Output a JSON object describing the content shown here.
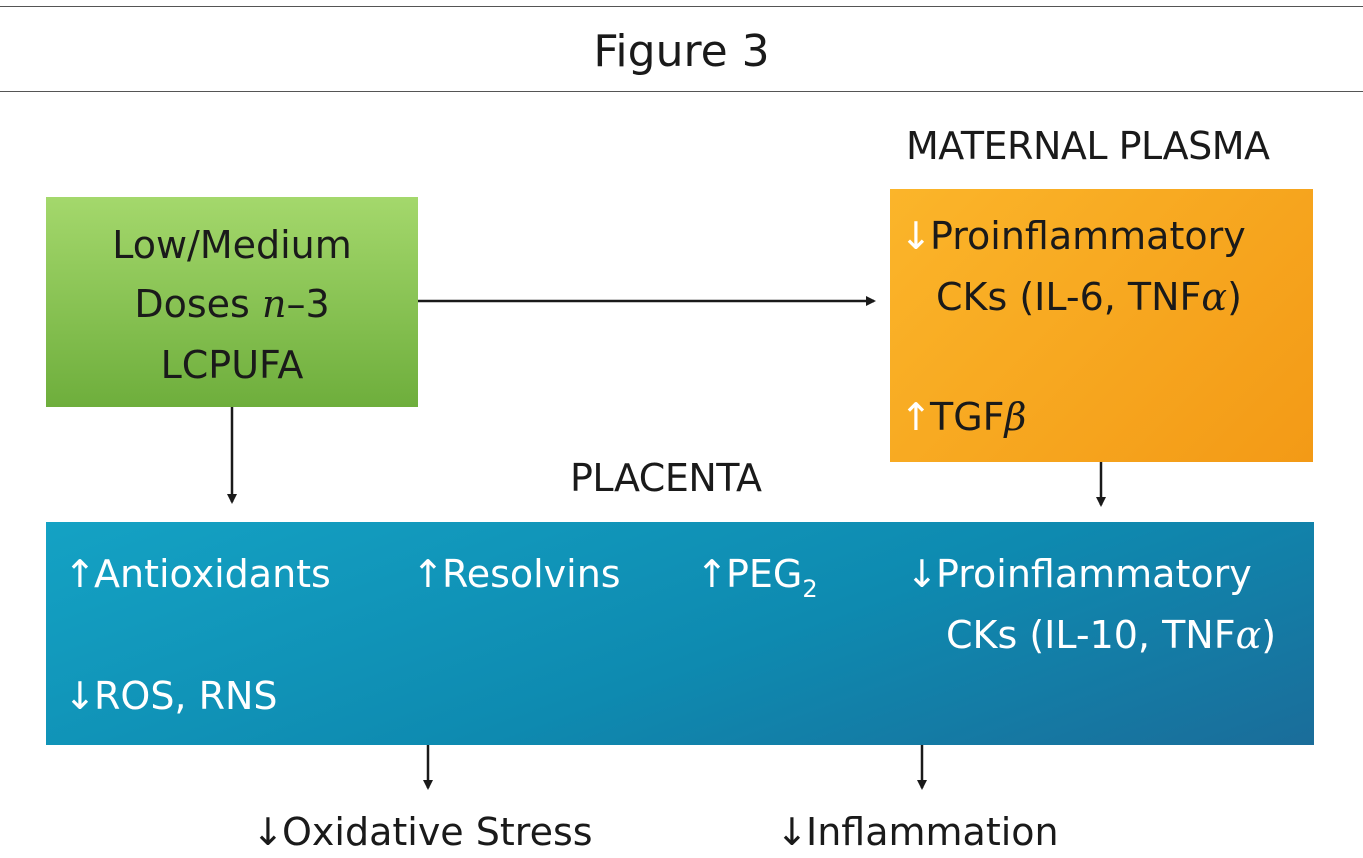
{
  "header": {
    "title": "Figure 3"
  },
  "source_box": {
    "lines": [
      "Low/Medium",
      "Doses ",
      "n",
      "–3",
      "LCPUFA"
    ]
  },
  "maternal_plasma": {
    "heading": "MATERNAL PLASMA",
    "item1": {
      "arrow": "↓",
      "line1": "Proinflammatory",
      "line2_prefix": "CKs (IL-6, TNF",
      "line2_symbol": "α",
      "line2_suffix": ")"
    },
    "item2": {
      "arrow": "↑",
      "text": "TGF",
      "symbol": "β"
    }
  },
  "placenta": {
    "heading": "PLACENTA",
    "antioxidants": {
      "arrow": "↑",
      "text": "Antioxidants"
    },
    "resolvins": {
      "arrow": "↑",
      "text": "Resolvins"
    },
    "peg": {
      "arrow": "↑",
      "text": "PEG",
      "subscript": "2"
    },
    "proinflammatory": {
      "arrow": "↓",
      "line1": "Proinflammatory",
      "line2_prefix": "CKs (IL-10, TNF",
      "line2_symbol": "α",
      "line2_suffix": ")"
    },
    "ros": {
      "arrow": "↓",
      "text": "ROS, RNS"
    }
  },
  "outcomes": {
    "oxidative": {
      "arrow": "↓",
      "text": "Oxidative Stress"
    },
    "inflammation": {
      "arrow": "↓",
      "text": "Inflammation"
    }
  }
}
